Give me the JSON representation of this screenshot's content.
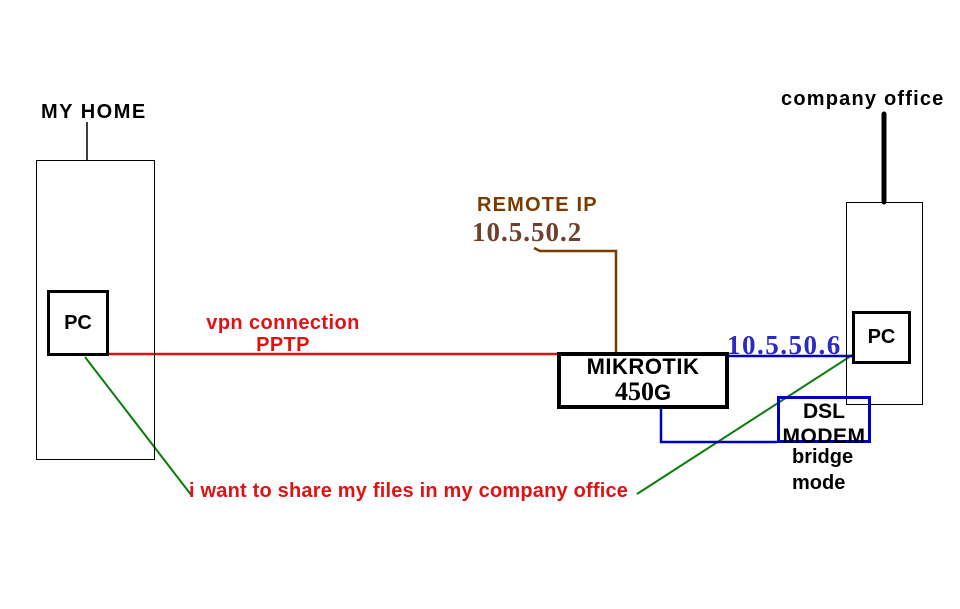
{
  "colors": {
    "red": "#E21212",
    "green": "#0B7D0B",
    "blue": "#0000C2",
    "blue_text": "#2A2AC4",
    "brown": "#7B3B00",
    "brown_serif": "#71402C",
    "black": "#000000"
  },
  "home": {
    "label": "MY HOME",
    "pc_label": "PC"
  },
  "office": {
    "label": "company office",
    "pc_label": "PC"
  },
  "vpn": {
    "line1": "vpn connection",
    "line2": "PPTP"
  },
  "remote_ip": {
    "label": "REMOTE IP",
    "value": "10.5.50.2"
  },
  "router": {
    "name": "MIKROTIK",
    "model_serif": "450",
    "model_sans": "G"
  },
  "wan_ip": {
    "value": "10.5.50.6"
  },
  "modem": {
    "line1": "DSL",
    "line2": "MODEM",
    "mode_line1": "bridge",
    "mode_line2": "mode"
  },
  "note": {
    "text": "i want to share my files in my company office"
  }
}
